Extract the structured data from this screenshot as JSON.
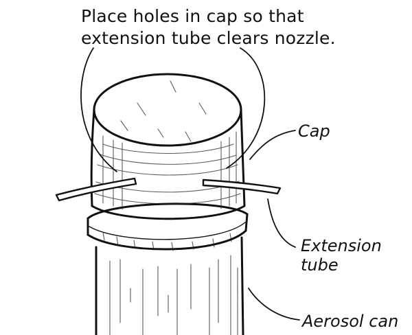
{
  "title": "Place holes in cap so that\nextension tube clears nozzle.",
  "labels": {
    "cap": "Cap",
    "extension_tube": "Extension\ntube",
    "aerosol_can": "Aerosol can"
  },
  "colors": {
    "ink": "#111111",
    "paper": "#ffffff"
  }
}
